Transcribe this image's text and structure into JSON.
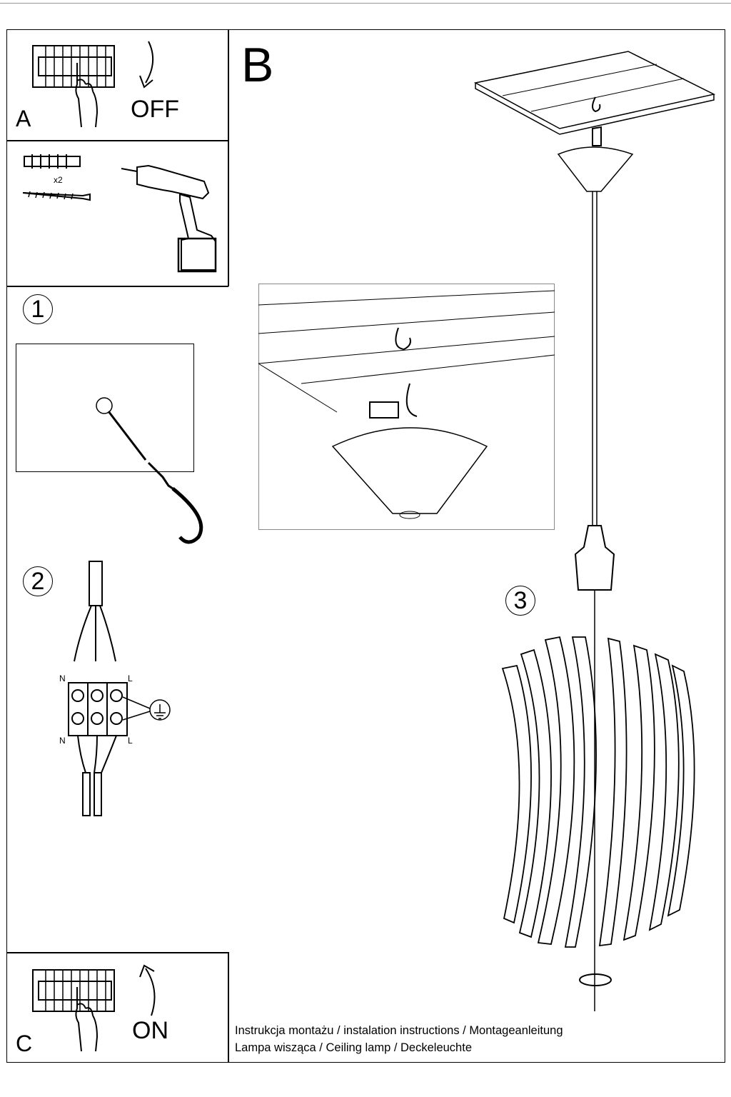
{
  "sections": {
    "a": {
      "letter": "A",
      "switch_label": "OFF"
    },
    "drill": {
      "quantity": "x2"
    },
    "b": {
      "letter": "B"
    },
    "c": {
      "letter": "C",
      "switch_label": "ON"
    }
  },
  "steps": [
    "1",
    "2",
    "3"
  ],
  "wiring": {
    "neutral_top": "N",
    "live_top": "L",
    "neutral_bottom": "N",
    "live_bottom": "L"
  },
  "footer": {
    "line1": "Instrukcja montażu / instalation instructions / Montageanleitung",
    "line2": "Lampa wisząca / Ceiling lamp / Deckeleuchte"
  }
}
